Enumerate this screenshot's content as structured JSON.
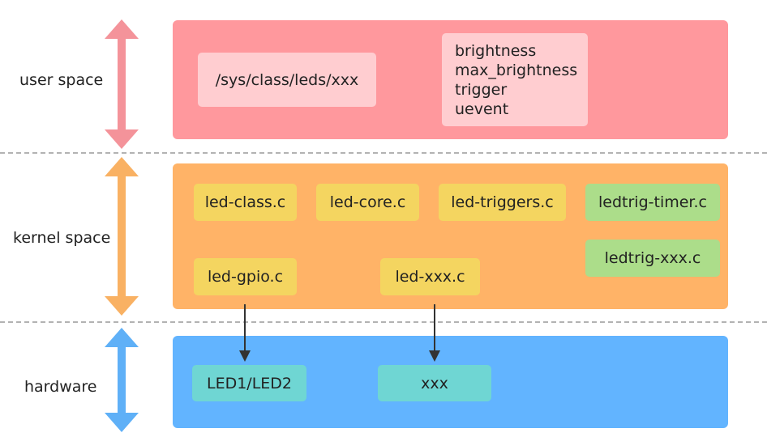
{
  "layers": {
    "user": {
      "label": "user space",
      "path": "/sys/class/leds/xxx",
      "attributes": [
        "brightness",
        "max_brightness",
        "trigger",
        "uevent"
      ]
    },
    "kernel": {
      "label": "kernel space",
      "row1": [
        "led-class.c",
        "led-core.c",
        "led-triggers.c",
        "ledtrig-timer.c"
      ],
      "row2_left": [
        "led-gpio.c",
        "led-xxx.c"
      ],
      "trigger_extra": "ledtrig-xxx.c"
    },
    "hardware": {
      "label": "hardware",
      "devices": [
        "LED1/LED2",
        "xxx"
      ]
    }
  },
  "colors": {
    "user_panel": "#ff989d",
    "user_box": "#ffcdd0",
    "user_arrow": "#f4939a",
    "kernel_panel": "#ffb367",
    "kernel_box": "#f4d560",
    "kernel_box_green": "#acdd8a",
    "kernel_arrow": "#f9b163",
    "hardware_panel": "#62b4ff",
    "hardware_box": "#6fd6d3",
    "hardware_arrow": "#5fb0f7",
    "dash": "#b3b3b3",
    "connector": "#333333"
  }
}
